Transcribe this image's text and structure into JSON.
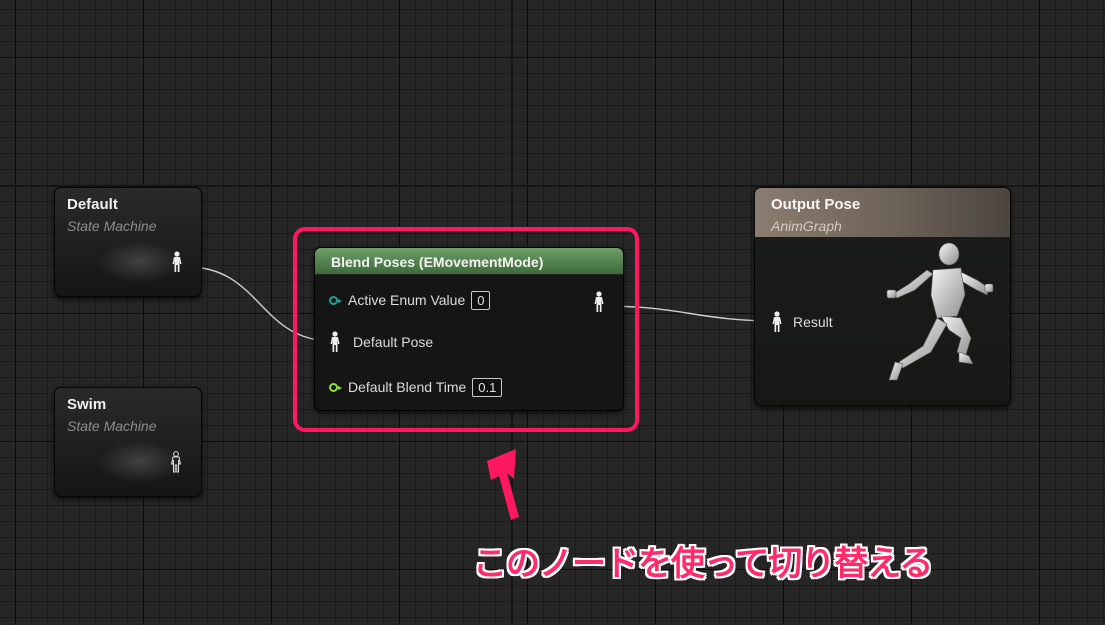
{
  "nodes": {
    "default_sm": {
      "title": "Default",
      "subtitle": "State Machine"
    },
    "swim_sm": {
      "title": "Swim",
      "subtitle": "State Machine"
    },
    "blend_poses": {
      "title": "Blend Poses (EMovementMode)",
      "active_enum_label": "Active Enum Value",
      "active_enum_value": "0",
      "default_pose_label": "Default Pose",
      "blend_time_label": "Default Blend Time",
      "blend_time_value": "0.1"
    },
    "output_pose": {
      "title": "Output Pose",
      "subtitle": "AnimGraph",
      "result_label": "Result"
    }
  },
  "annotation": {
    "caption": "このノードを使って切り替える"
  },
  "colors": {
    "highlight": "#ff1760",
    "blend_header": "#5a8a55",
    "enum_pin": "#1fa39a",
    "float_pin": "#8ee03a",
    "output_header": "#8a7c6f"
  },
  "icons": {
    "pose_pin": "mannequin-pose-icon",
    "output_preview": "running-mannequin-icon",
    "pointer": "up-arrow-icon"
  }
}
